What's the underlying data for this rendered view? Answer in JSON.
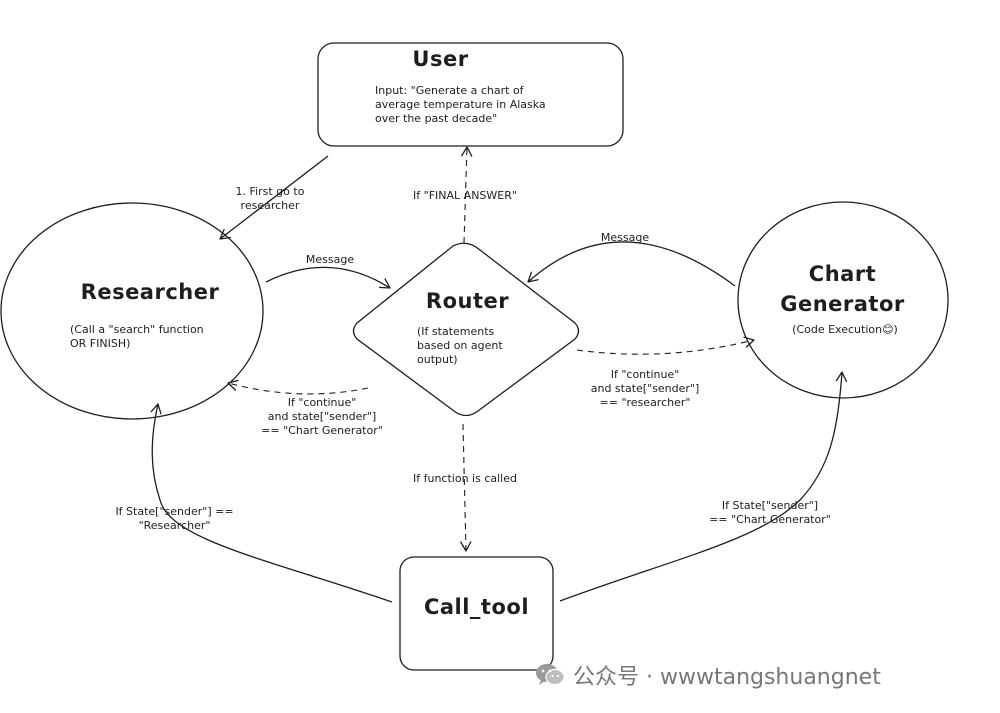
{
  "nodes": {
    "user": {
      "title": "User",
      "body": "Input: \"Generate a chart of\naverage temperature in Alaska\nover the past decade\""
    },
    "researcher": {
      "title": "Researcher",
      "body": "(Call a \"search\" function\nOR FINISH)"
    },
    "router": {
      "title": "Router",
      "body": "(If statements\nbased on agent\noutput)"
    },
    "chart_generator": {
      "title": "Chart\nGenerator",
      "body": "(Code Execution😊)"
    },
    "call_tool": {
      "title": "Call_tool"
    }
  },
  "edges": {
    "user_to_researcher": "1. First go to\nresearcher",
    "router_to_user": "If \"FINAL ANSWER\"",
    "researcher_to_router": "Message",
    "chart_to_router": "Message",
    "router_to_researcher": "If \"continue\"\nand state[\"sender\"]\n== \"Chart Generator\"",
    "router_to_chart": "If \"continue\"\nand state[\"sender\"]\n== \"researcher\"",
    "router_to_calltool": "If function is called",
    "calltool_to_researcher": "If State[\"sender\"] ==\n\"Researcher\"",
    "calltool_to_chart": "If State[\"sender\"]\n== \"Chart Generator\""
  },
  "watermark": {
    "text": "公众号 · wwwtangshuangnet",
    "icon": "wechat-icon"
  },
  "colors": {
    "stroke": "#1e1e1e",
    "watermark": "#777777"
  }
}
